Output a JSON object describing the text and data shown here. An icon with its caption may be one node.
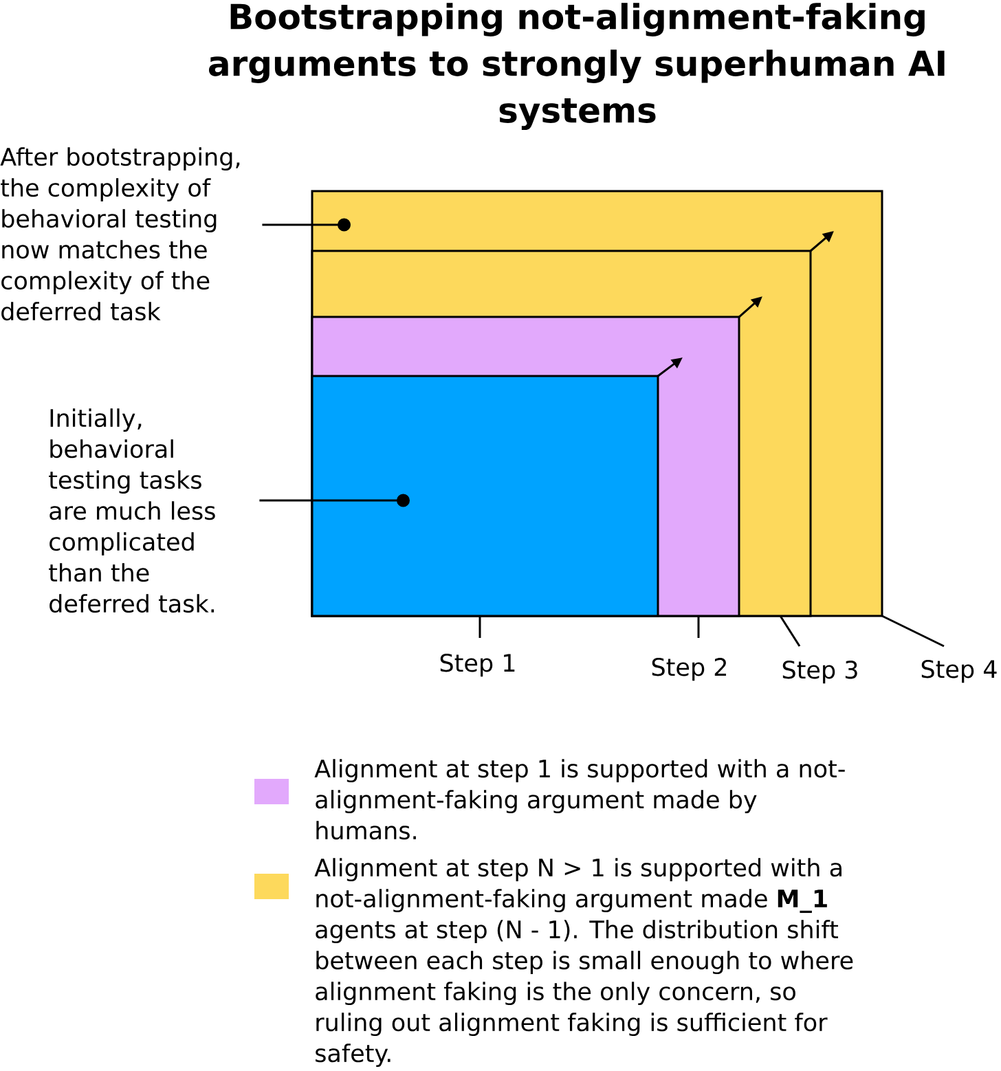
{
  "diagram": {
    "title": "Bootstrapping not-alignment-faking arguments to strongly superhuman AI systems",
    "nodes": [
      {
        "text": [],
        "shape": "box"
      },
      {
        "text": [],
        "shape": "box",
        "in": 0
      },
      {
        "text": [],
        "shape": "box",
        "in": 1
      },
      {
        "text": [],
        "shape": "box",
        "in": 2
      },
      {
        "text": [
          "After bootstrapping, the complexity of behavioral testing now matches the complexity of the deferred task"
        ]
      },
      {
        "text": [
          "Initially, behavioral testing tasks are much less complicated than the deferred task."
        ]
      },
      {
        "text": [
          "Step 1"
        ]
      },
      {
        "text": [
          "Step 2"
        ]
      },
      {
        "text": [
          "Step 3"
        ]
      },
      {
        "text": [
          "Step 4"
        ]
      }
    ],
    "edges": [
      {
        "from": 4,
        "to": 0,
        "arrow": "other"
      },
      {
        "from": 5,
        "to": 3,
        "arrow": "other"
      },
      {
        "from": 6,
        "to": 3,
        "arrow": "none"
      },
      {
        "from": 7,
        "to": 2,
        "arrow": "none"
      },
      {
        "from": 8,
        "to": 1,
        "arrow": "none"
      },
      {
        "from": 9,
        "to": 0,
        "arrow": "none"
      },
      {
        "from": 3,
        "to": null,
        "arrow": "to"
      },
      {
        "from": 2,
        "to": null,
        "arrow": "to"
      },
      {
        "from": 1,
        "to": null,
        "arrow": "to"
      }
    ],
    "legend": [
      {
        "text": "Alignment at step 1 is supported with a not-alignment-faking argument made by humans.",
        "color": "#e2a9fc"
      },
      {
        "text": "Alignment at step N > 1 is supported with a not-alignment-faking argument made **M_1** agents at step (N - 1). The distribution shift between each step is small enough to where alignment faking is the only concern, so ruling out alignment faking is sufficient for safety.",
        "color": "#fdd95c"
      }
    ]
  }
}
